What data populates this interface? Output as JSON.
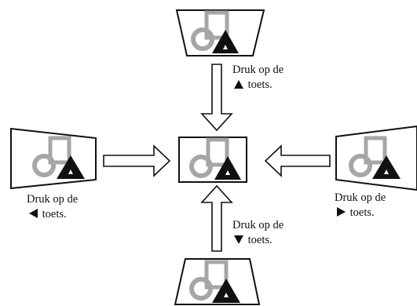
{
  "diagram": {
    "images": {
      "top": "keystone-top-wide",
      "left": "keystone-left-tall",
      "center": "corrected-image",
      "right": "keystone-right-tall",
      "bottom": "keystone-bottom-wide"
    },
    "arrows": [
      {
        "from": "top",
        "to": "center"
      },
      {
        "from": "left",
        "to": "center"
      },
      {
        "from": "right",
        "to": "center"
      },
      {
        "from": "bottom",
        "to": "center"
      }
    ],
    "labels": {
      "top": {
        "line1": "Druk op de",
        "line2": "toets.",
        "key": "up-triangle"
      },
      "left": {
        "line1": "Druk op de",
        "line2": "toets.",
        "key": "left-triangle"
      },
      "right": {
        "line1": "Druk op de",
        "line2": "toets.",
        "key": "right-triangle"
      },
      "bottom": {
        "line1": "Druk op de",
        "line2": "toets.",
        "key": "down-triangle"
      }
    },
    "colors": {
      "shape_gray": "#a6a6a6",
      "outline": "#111111",
      "background": "#ffffff"
    }
  }
}
